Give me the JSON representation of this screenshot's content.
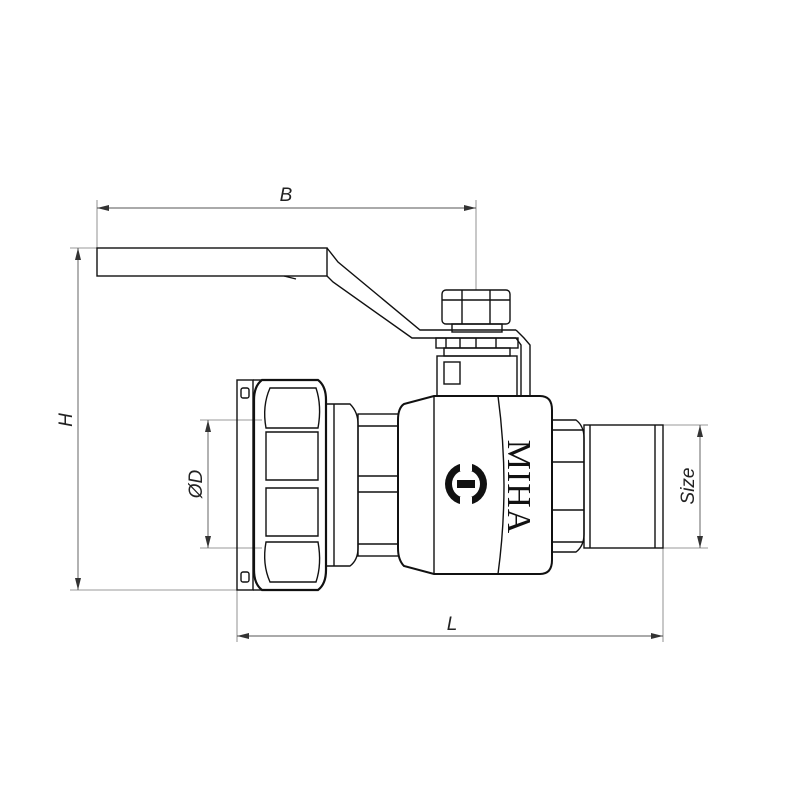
{
  "dimensions": {
    "B": "B",
    "H": "H",
    "D": "ØD",
    "size": "Size",
    "L": "L"
  },
  "brand": {
    "name": "МІНА",
    "logo": "mim-logo-icon"
  },
  "colors": {
    "line": "#111111",
    "dimension": "#555555",
    "background": "#ffffff"
  }
}
